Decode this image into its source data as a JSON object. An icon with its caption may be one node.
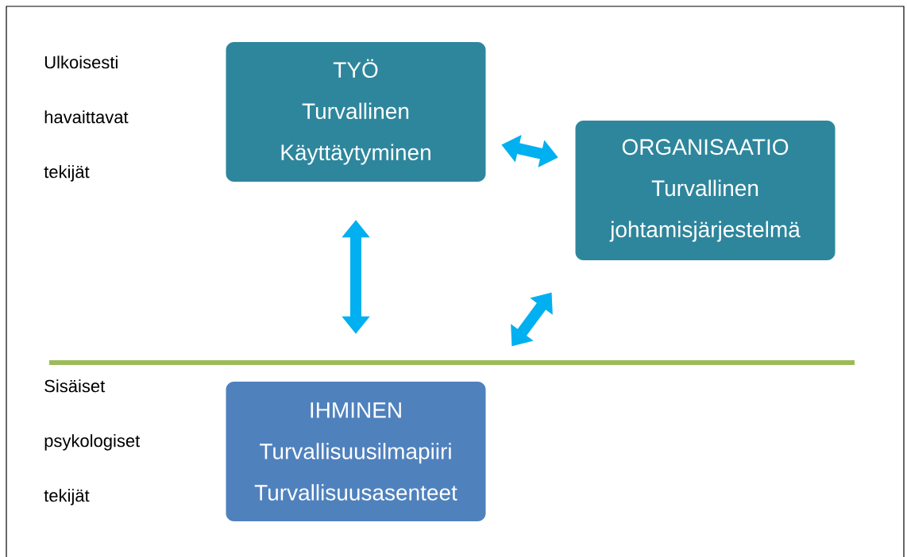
{
  "diagram": {
    "nodes": [
      {
        "text": [
          "TYÖ",
          "Turvallinen Käyttäytyminen"
        ]
      },
      {
        "text": [
          "ORGANISAATIO",
          "Turvallinen johtamisjärjestelmä"
        ]
      },
      {
        "text": [
          "IHMINEN",
          "Turvallisuusilmapiiri Turvallisuusasenteet"
        ]
      }
    ],
    "edges": [
      {
        "from": 0,
        "to": 1,
        "arrow": "both"
      },
      {
        "from": 0,
        "to": 2,
        "arrow": "both"
      },
      {
        "from": 1,
        "to": 2,
        "arrow": "both"
      }
    ],
    "labels": [
      "Ulkoisesti havaittavat tekijät",
      "Sisäiset psykologiset tekijät"
    ]
  }
}
